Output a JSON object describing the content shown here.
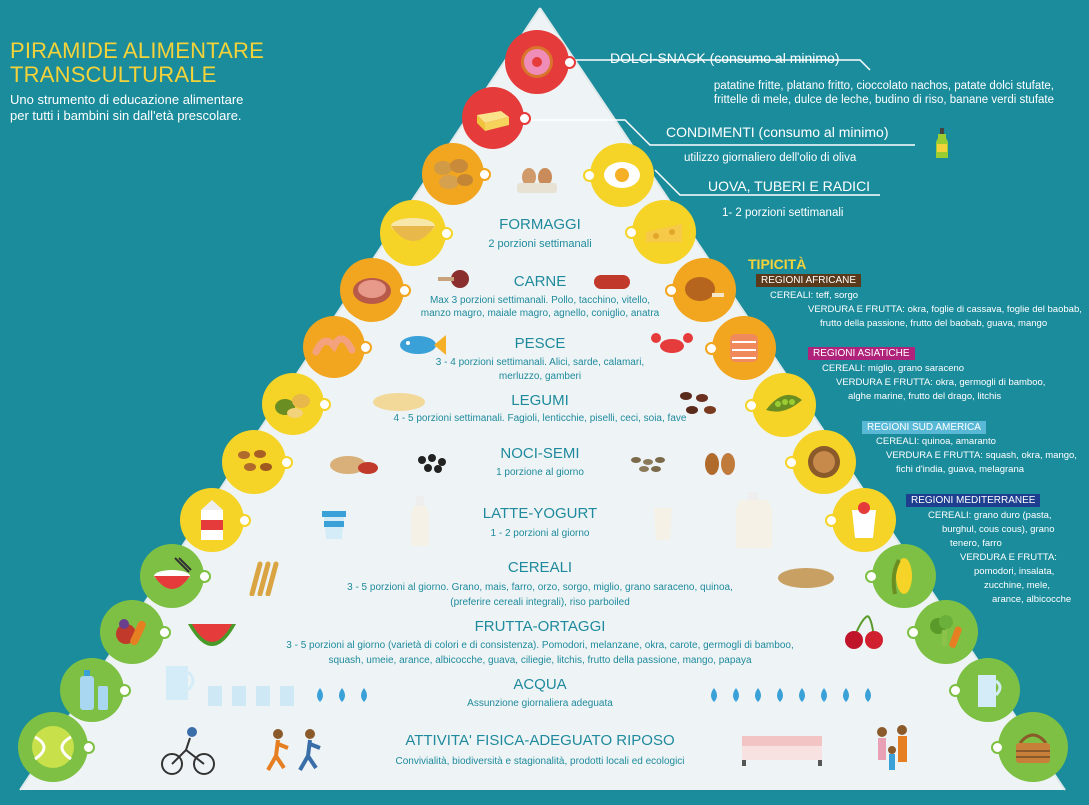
{
  "header": {
    "title_line1": "PIRAMIDE ALIMENTARE",
    "title_line2": "TRANSCULTURALE",
    "subtitle_line1": "Uno strumento di educazione alimentare",
    "subtitle_line2": "per tutti i bambini sin dall'età prescolare."
  },
  "top_levels": {
    "dolci_title": "DOLCI-SNACK (consumo al minimo)",
    "dolci_line1": "patatine fritte, platano fritto, cioccolato nachos, patate dolci stufate,",
    "dolci_line2": "frittelle di mele, dulce de leche, budino di riso, banane verdi stufate",
    "condimenti_title": "CONDIMENTI (consumo al minimo)",
    "condimenti_text": "utilizzo giornaliero dell'olio di oliva",
    "uova_title": "UOVA, TUBERI E RADICI",
    "uova_text": "1- 2 porzioni settimanali"
  },
  "levels": {
    "formaggi_title": "FORMAGGI",
    "formaggi_text": "2 porzioni settimanali",
    "carne_title": "CARNE",
    "carne_line1": "Max 3 porzioni settimanali. Pollo, tacchino, vitello,",
    "carne_line2": "manzo magro, maiale magro, agnello, coniglio, anatra",
    "pesce_title": "PESCE",
    "pesce_line1": "3 - 4 porzioni settimanali. Alici, sarde, calamari,",
    "pesce_line2": "merluzzo, gamberi",
    "legumi_title": "LEGUMI",
    "legumi_text": "4 - 5 porzioni settimanali. Fagioli, lenticchie, piselli, ceci, soia, fave",
    "noci_title": "NOCI-SEMI",
    "noci_text": "1 porzione al giorno",
    "latte_title": "LATTE-YOGURT",
    "latte_text": "1 - 2 porzioni al giorno",
    "cereali_title": "CEREALI",
    "cereali_line1": "3 - 5 porzioni al giorno. Grano, mais, farro, orzo, sorgo, miglio, grano saraceno, quinoa,",
    "cereali_line2": "(preferire cereali integrali), riso parboiled",
    "frutta_title": "FRUTTA-ORTAGGI",
    "frutta_line1": "3 - 5 porzioni al giorno (varietà di colori e di consistenza). Pomodori, melanzane, okra, carote, germogli di bamboo,",
    "frutta_line2": "squash, umeie, arance, albicocche, guava, ciliegie, litchis, frutto della passione, mango, papaya",
    "acqua_title": "ACQUA",
    "acqua_text": "Assunzione giornaliera adeguata",
    "attivita_title": "ATTIVITA' FISICA-ADEGUATO RIPOSO",
    "attivita_text": "Convivialità, biodiversità e stagionalità, prodotti locali ed ecologici"
  },
  "tipicita": {
    "heading": "TIPICITÀ",
    "africa_label": "REGIONI AFRICANE",
    "africa_l1": "CEREALI: teff, sorgo",
    "africa_l2": "VERDURA E FRUTTA: okra, foglie di cassava, foglie del baobab,",
    "africa_l3": "frutto della passione, frutto del baobab, guava, mango",
    "asia_label": "REGIONI ASIATICHE",
    "asia_l1": "CEREALI: miglio, grano saraceno",
    "asia_l2": "VERDURA E FRUTTA: okra, germogli di bamboo,",
    "asia_l3": "alghe marine, frutto del drago, litchis",
    "sud_label": "REGIONI SUD AMERICA",
    "sud_l1": "CEREALI: quinoa, amaranto",
    "sud_l2": "VERDURA E FRUTTA: squash, okra, mango,",
    "sud_l3": "fichi d'india, guava, melagrana",
    "med_label": "REGIONI MEDITERRANEE",
    "med_l1": "CEREALI: grano duro (pasta,",
    "med_l2": "burghul, cous cous), grano",
    "med_l3": "tenero, farro",
    "med_l4": "VERDURA E FRUTTA:",
    "med_l5": "pomodori, insalata,",
    "med_l6": "zucchine, mele,",
    "med_l7": "arance, albicocche"
  },
  "colors": {
    "background": "#1a8c9c",
    "title_yellow": "#f4d23a",
    "text_teal": "#1f8a9d",
    "africa": "#5a3a1a",
    "asia": "#b0237a",
    "sud": "#58b8d6",
    "med": "#1e3f8f"
  }
}
